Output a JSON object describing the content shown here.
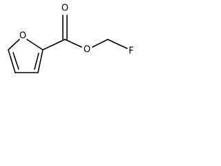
{
  "molecule": {
    "atoms": {
      "ring_oxygen": "O",
      "carbonyl_oxygen": "O",
      "ester_oxygen": "O",
      "fluorine": "F"
    }
  }
}
